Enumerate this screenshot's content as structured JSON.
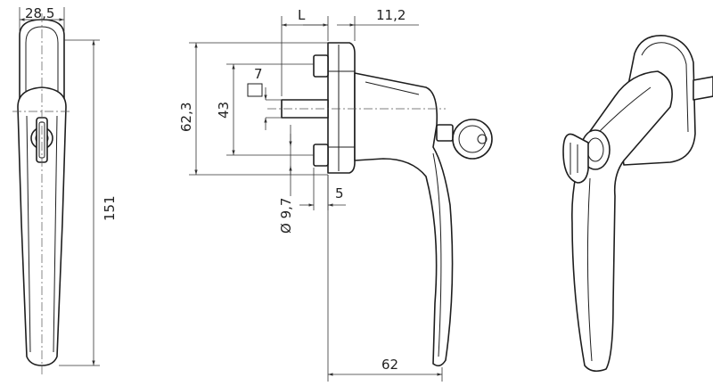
{
  "dimensions": {
    "width_top": "28,5",
    "height_total": "151",
    "length_L": "L",
    "offset_right": "11,2",
    "hole_distance": "62,3",
    "spindle_zone": "43",
    "square": "7",
    "diameter": "Ø 9,7",
    "thickness": "5",
    "reach": "62"
  },
  "colors": {
    "line": "#1e1e1e",
    "dimension": "#333333",
    "background": "#ffffff"
  }
}
